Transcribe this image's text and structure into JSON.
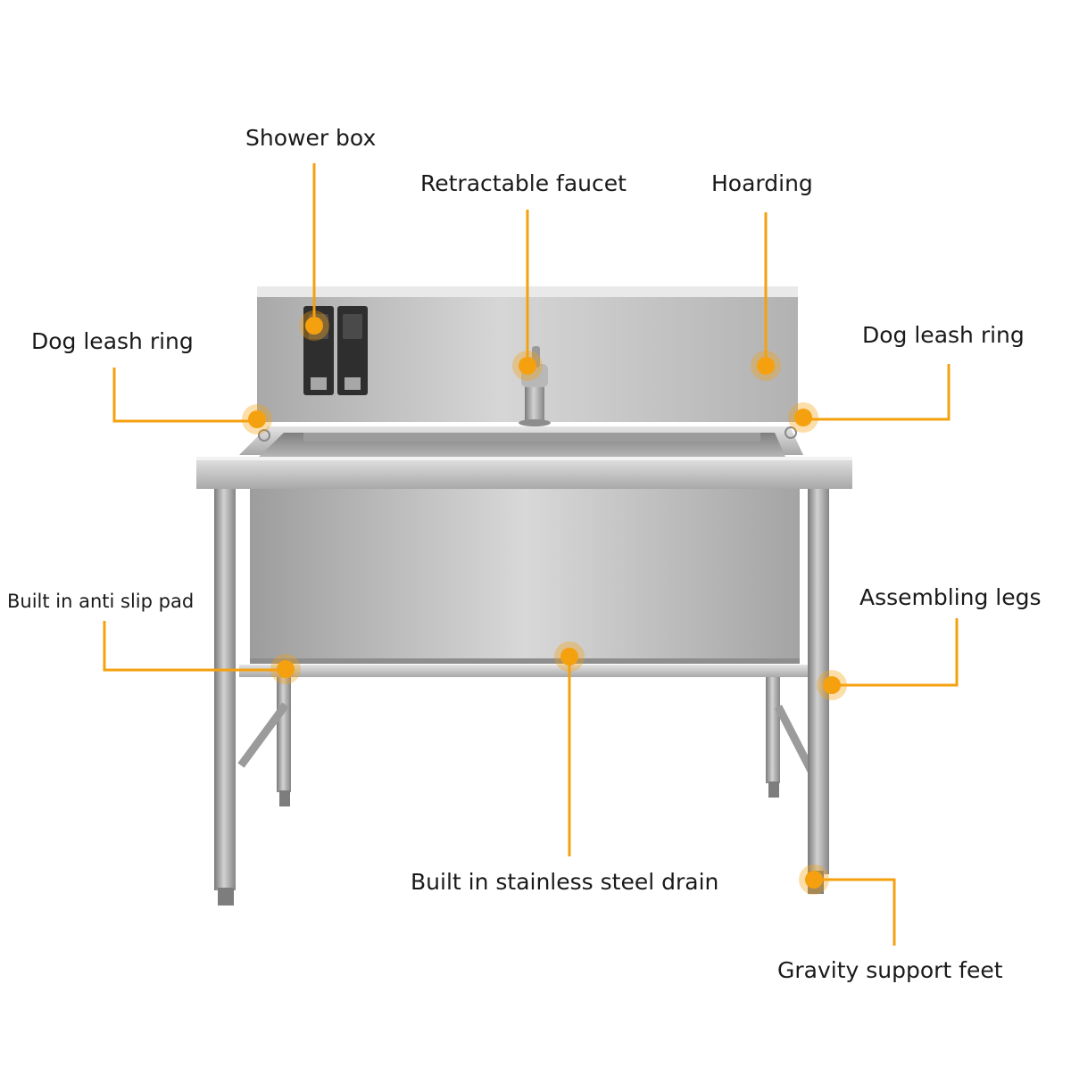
{
  "accent_color": "#f5a10f",
  "callouts": {
    "shower_box": "Shower box",
    "retractable_faucet": "Retractable faucet",
    "hoarding": "Hoarding",
    "dog_leash_ring_left": "Dog leash ring",
    "dog_leash_ring_right": "Dog leash ring",
    "anti_slip_pad": "Built in anti slip pad",
    "assembling_legs": "Assembling legs",
    "drain": "Built in stainless steel drain",
    "support_feet": "Gravity support feet"
  }
}
